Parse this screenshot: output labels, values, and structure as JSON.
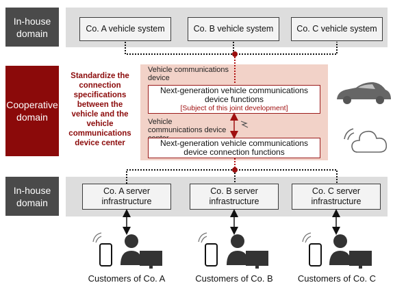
{
  "top_band": {
    "label": "In-house domain",
    "systems": [
      "Co. A vehicle system",
      "Co. B vehicle system",
      "Co. C vehicle system"
    ]
  },
  "coop_band": {
    "label": "Cooperative domain",
    "description": "Standardize the connection specifications between the vehicle and the vehicle communications device center",
    "device_label": "Vehicle communications device",
    "device_box": {
      "title": "Next-generation vehicle communications device functions",
      "note": "[Subject of this joint development]"
    },
    "center_label": "Vehicle communications device center",
    "center_box": {
      "title": "Next-generation vehicle communications device connection functions"
    }
  },
  "bottom_band": {
    "label": "In-house domain",
    "servers": [
      "Co. A server infrastructure",
      "Co. B server infrastructure",
      "Co. C server infrastructure"
    ]
  },
  "customers": [
    "Customers of Co. A",
    "Customers of Co. B",
    "Customers of Co. C"
  ],
  "icons": [
    "car-icon",
    "cloud-wifi-icon",
    "wireless-signal-icon",
    "smartphone-icon",
    "person-icon",
    "monitor-icon"
  ],
  "colors": {
    "dark_label": "#4a4a4a",
    "coop_red": "#8b0a0a",
    "band_grey": "#dddddd",
    "coop_pink": "#f2d2c8"
  }
}
